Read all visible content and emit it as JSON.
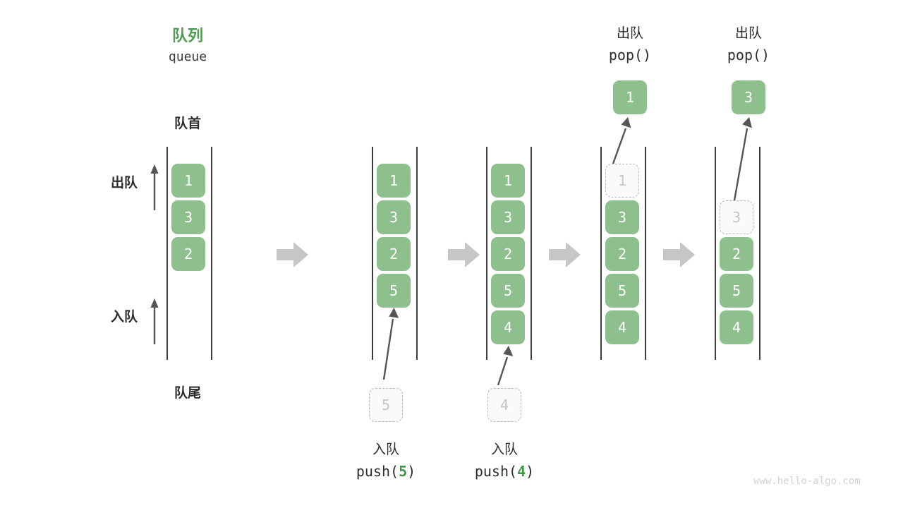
{
  "header": {
    "title_cn": "队列",
    "title_en": "queue",
    "front_label": "队首",
    "rear_label": "队尾",
    "accent_color": "#4e9b52"
  },
  "side_labels": {
    "dequeue": "出队",
    "enqueue": "入队"
  },
  "colors": {
    "cell_fill": "#8dc08d",
    "cell_text": "#ffffff",
    "ghost_fill": "#fafafa",
    "ghost_border": "#b9b9b9",
    "ghost_text": "#c4c4c4",
    "rail": "#3d3d3d",
    "arrow": "#555555",
    "transition_arrow": "#c6c6c6",
    "watermark": "#d2d2d2"
  },
  "steps": [
    {
      "id": "initial",
      "cells": [
        {
          "value": "1",
          "state": "filled"
        },
        {
          "value": "3",
          "state": "filled"
        },
        {
          "value": "2",
          "state": "filled"
        }
      ],
      "caption_cn": "",
      "caption_code": "",
      "incoming": null,
      "popped": null
    },
    {
      "id": "push-5",
      "cells": [
        {
          "value": "1",
          "state": "filled"
        },
        {
          "value": "3",
          "state": "filled"
        },
        {
          "value": "2",
          "state": "filled"
        },
        {
          "value": "5",
          "state": "filled"
        }
      ],
      "caption_cn": "入队",
      "caption_code_prefix": "push(",
      "caption_code_num": "5",
      "caption_code_suffix": ")",
      "incoming": {
        "value": "5",
        "state": "ghost"
      },
      "popped": null
    },
    {
      "id": "push-4",
      "cells": [
        {
          "value": "1",
          "state": "filled"
        },
        {
          "value": "3",
          "state": "filled"
        },
        {
          "value": "2",
          "state": "filled"
        },
        {
          "value": "5",
          "state": "filled"
        },
        {
          "value": "4",
          "state": "filled"
        }
      ],
      "caption_cn": "入队",
      "caption_code_prefix": "push(",
      "caption_code_num": "4",
      "caption_code_suffix": ")",
      "incoming": {
        "value": "4",
        "state": "ghost"
      },
      "popped": null
    },
    {
      "id": "pop-1",
      "cells": [
        {
          "value": "1",
          "state": "ghost"
        },
        {
          "value": "3",
          "state": "filled"
        },
        {
          "value": "2",
          "state": "filled"
        },
        {
          "value": "5",
          "state": "filled"
        },
        {
          "value": "4",
          "state": "filled"
        }
      ],
      "caption_cn": "出队",
      "caption_code": "pop()",
      "incoming": null,
      "popped": {
        "value": "1",
        "state": "filled"
      }
    },
    {
      "id": "pop-3",
      "cells": [
        {
          "value": "",
          "state": "empty"
        },
        {
          "value": "3",
          "state": "ghost"
        },
        {
          "value": "2",
          "state": "filled"
        },
        {
          "value": "5",
          "state": "filled"
        },
        {
          "value": "4",
          "state": "filled"
        }
      ],
      "caption_cn": "出队",
      "caption_code": "pop()",
      "incoming": null,
      "popped": {
        "value": "3",
        "state": "filled"
      }
    }
  ],
  "transition_arrows": 4,
  "watermark": "www.hello-algo.com"
}
